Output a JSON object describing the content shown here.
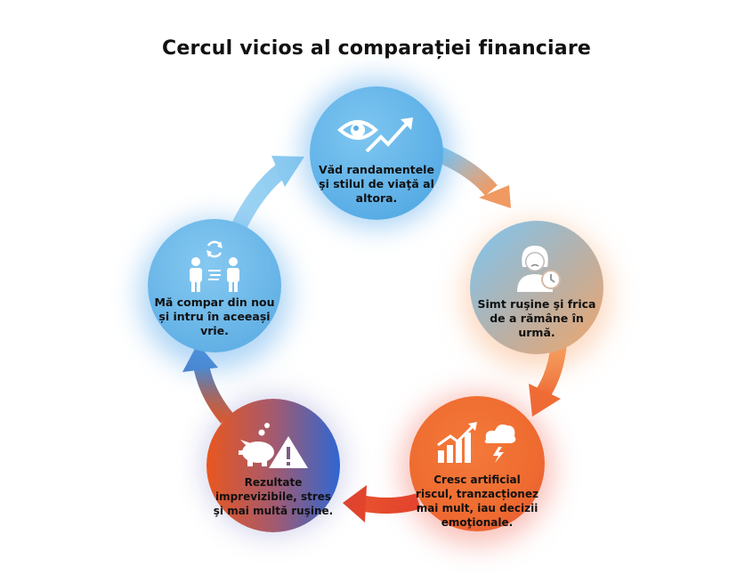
{
  "title": "Cercul vicios al comparației financiare",
  "nodes": [
    {
      "id": "see-others",
      "icon": "eye-trend-up-icon",
      "label": "Văd randamentele şi stilul de viaţă al altora.",
      "color": "#5aaee6"
    },
    {
      "id": "shame-fear",
      "icon": "worried-woman-clock-icon",
      "label": "Simt ruşine şi frica de a rămâne în urmă.",
      "color": "#f0a66a"
    },
    {
      "id": "increase-risk",
      "icon": "chart-storm-icon",
      "label": "Cresc artificial riscul, tranzacționez mai mult, iau decizii emoţionale.",
      "color": "#ef6b30"
    },
    {
      "id": "unpredictable-results",
      "icon": "piggy-bank-warning-icon",
      "label": "Rezultate imprevizibile, stres şi mai multă ruşine.",
      "color": "#a45a6e"
    },
    {
      "id": "compare-again",
      "icon": "people-compare-icon",
      "label": "Mă compar din nou și intru în aceeași vrie.",
      "color": "#64b2e6"
    }
  ],
  "arrows": [
    {
      "from": "see-others",
      "to": "shame-fear",
      "colors": [
        "#8ccbf0",
        "#f09a62"
      ]
    },
    {
      "from": "shame-fear",
      "to": "increase-risk",
      "colors": [
        "#f5a46a",
        "#ef6d36"
      ]
    },
    {
      "from": "increase-risk",
      "to": "unpredictable-results",
      "colors": [
        "#e2412c",
        "#e8532f"
      ]
    },
    {
      "from": "unpredictable-results",
      "to": "compare-again",
      "colors": [
        "#e2571e",
        "#3f86d8"
      ]
    },
    {
      "from": "compare-again",
      "to": "see-others",
      "colors": [
        "#8ccbf0",
        "#8ccbf0"
      ]
    }
  ]
}
